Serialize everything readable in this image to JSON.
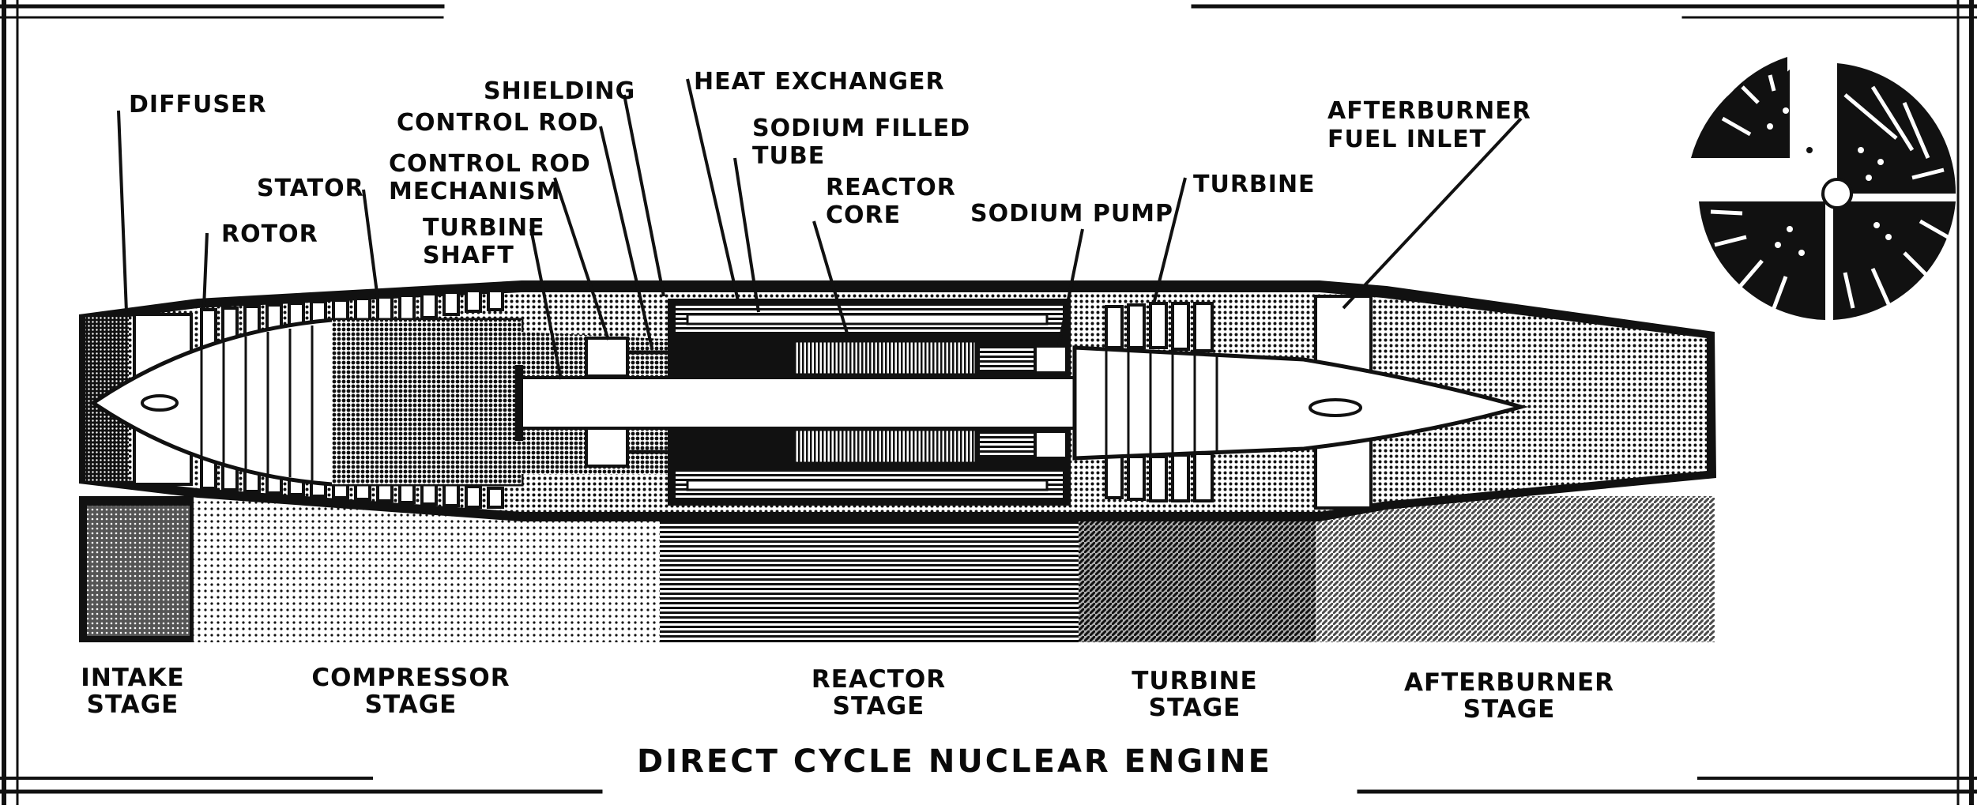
{
  "title": "DIRECT CYCLE NUCLEAR ENGINE",
  "callouts": {
    "diffuser": "DIFFUSER",
    "stator": "STATOR",
    "rotor": "ROTOR",
    "shielding": "SHIELDING",
    "control_rod": "CONTROL ROD",
    "control_rod_mechanism_1": "CONTROL ROD",
    "control_rod_mechanism_2": "MECHANISM",
    "turbine_shaft_1": "TURBINE",
    "turbine_shaft_2": "SHAFT",
    "heat_exchanger": "HEAT EXCHANGER",
    "sodium_filled_tube_1": "SODIUM FILLED",
    "sodium_filled_tube_2": "TUBE",
    "reactor_core_1": "REACTOR",
    "reactor_core_2": "CORE",
    "sodium_pump": "SODIUM PUMP",
    "turbine": "TURBINE",
    "afterburner_fuel_inlet_1": "AFTERBURNER",
    "afterburner_fuel_inlet_2": "FUEL INLET"
  },
  "stages": {
    "intake_1": "INTAKE",
    "intake_2": "STAGE",
    "compressor_1": "COMPRESSOR",
    "compressor_2": "STAGE",
    "reactor_1": "REACTOR",
    "reactor_2": "STAGE",
    "turbine_1": "TURBINE",
    "turbine_2": "STAGE",
    "afterburner_1": "AFTERBURNER",
    "afterburner_2": "STAGE"
  }
}
